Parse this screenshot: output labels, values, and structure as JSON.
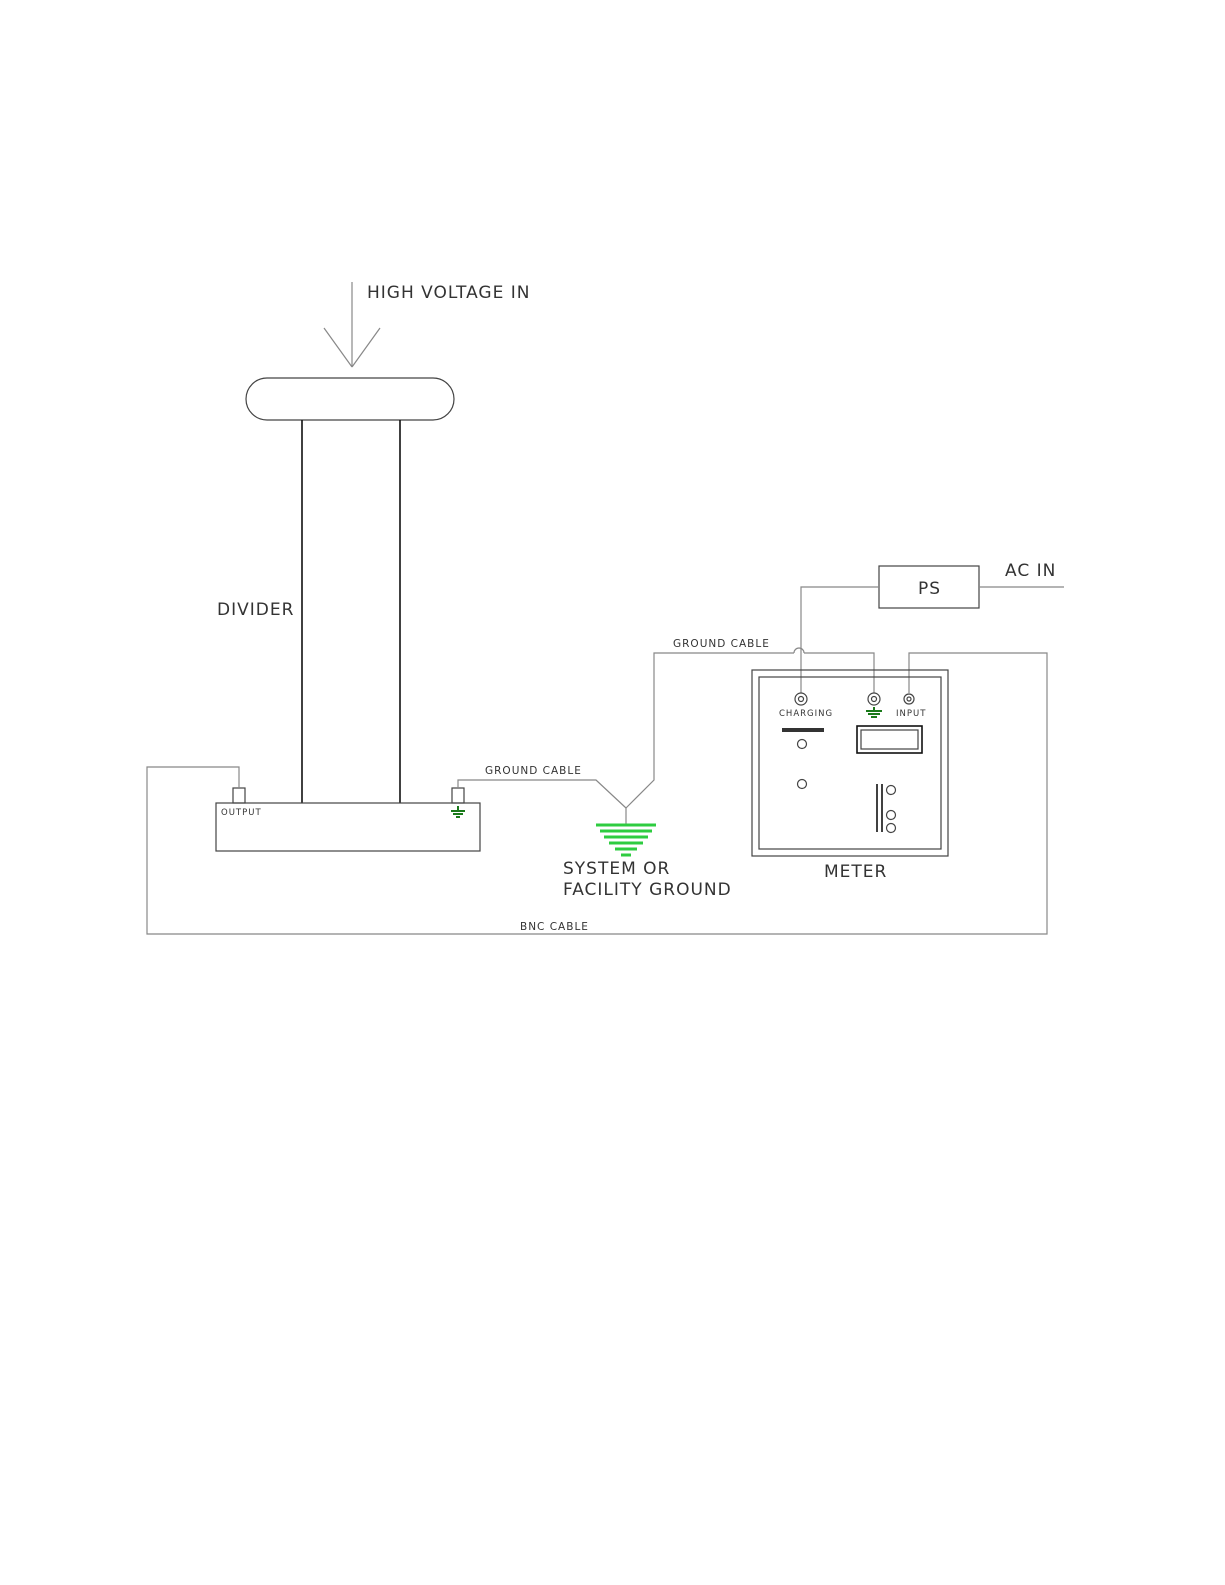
{
  "labels": {
    "high_voltage_in": "HIGH  VOLTAGE  IN",
    "divider": "DIVIDER",
    "output": "OUTPUT",
    "ground_cable_left": "GROUND  CABLE",
    "ground_cable_top": "GROUND  CABLE",
    "system_ground_line1": "SYSTEM  OR",
    "system_ground_line2": "FACILITY  GROUND",
    "ps": "PS",
    "ac_in": "AC  IN",
    "charging": "CHARGING",
    "input": "INPUT",
    "meter": "METER",
    "bnc_cable": "BNC  CABLE"
  },
  "colors": {
    "line": "#444444",
    "ground_symbol": "#2ecc40"
  }
}
